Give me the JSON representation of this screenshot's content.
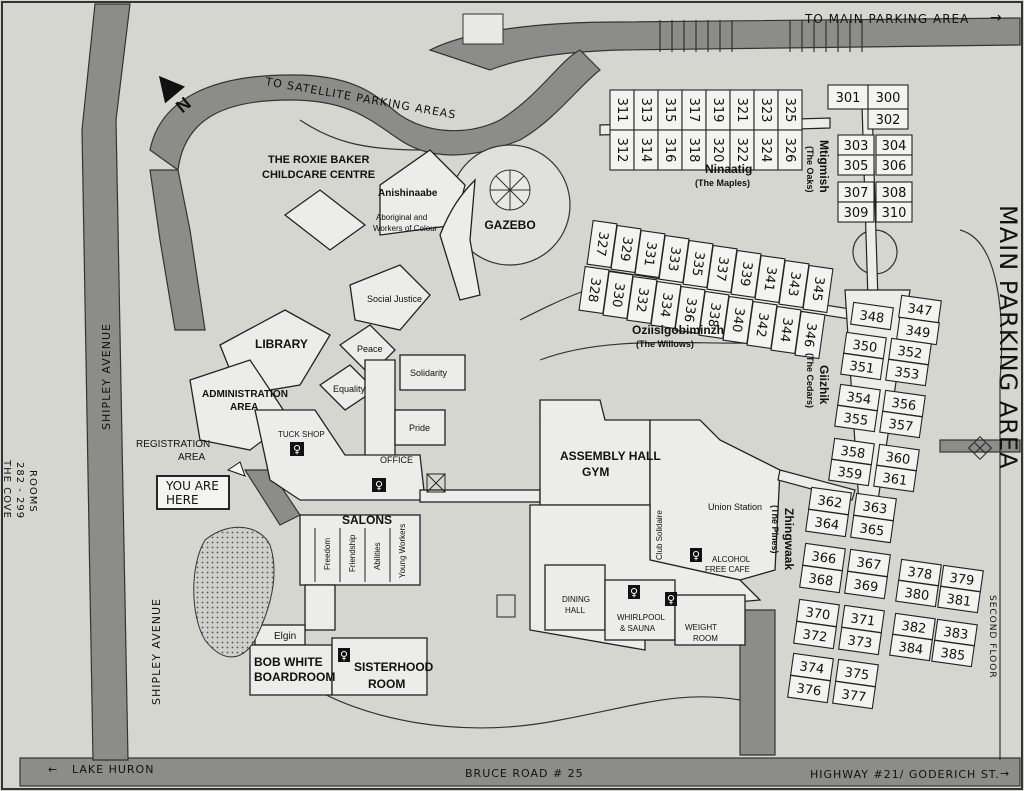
{
  "roads": {
    "to_main_parking": "TO MAIN PARKING AREA",
    "to_satellite": "TO SATELLITE PARKING AREAS",
    "shipley_upper": "SHIPLEY AVENUE",
    "shipley_lower": "SHIPLEY AVENUE",
    "bruce_road": "BRUCE ROAD # 25",
    "lake_huron": "LAKE HURON",
    "highway": "HIGHWAY #21/ GODERICH ST.",
    "main_parking": "MAIN PARKING AREA",
    "rooms_cove": [
      "ROOMS",
      "282 - 299",
      "THE COVE"
    ],
    "second_floor": "SECOND FLOOR"
  },
  "north_label": "N",
  "buildings": {
    "childcare": [
      "THE ROXIE BAKER",
      "CHILDCARE CENTRE"
    ],
    "anishinaabe": "Anishinaabe",
    "aboriginal": [
      "Aboriginal and",
      "Workers of Colour"
    ],
    "gazebo": "GAZEBO",
    "social_justice": "Social Justice",
    "library": "LIBRARY",
    "peace": "Peace",
    "equality": "Equality",
    "solidarity": "Solidarity",
    "pride": "Pride",
    "admin": [
      "ADMINISTRATION",
      "AREA"
    ],
    "tuck_shop": "TUCK SHOP",
    "registration": [
      "REGISTRATION",
      "AREA"
    ],
    "you_are_here": [
      "YOU ARE",
      "HERE"
    ],
    "office": "OFFICE",
    "salons": "SALONS",
    "salon_rooms": [
      "Freedom",
      "Friendship",
      "Abilities",
      "Young Workers"
    ],
    "elgin": "Elgin",
    "bob_white": [
      "BOB WHITE",
      "BOARDROOM"
    ],
    "sisterhood": [
      "SISTERHOOD",
      "ROOM"
    ],
    "assembly": [
      "ASSEMBLY HALL",
      "GYM"
    ],
    "union_station": "Union Station",
    "club_solidaire": "Club Solidaire",
    "alcohol_free": [
      "ALCOHOL",
      "FREE CAFE"
    ],
    "dining": [
      "DINING",
      "HALL"
    ],
    "whirlpool": [
      "WHIRLPOOL",
      "& SAUNA"
    ],
    "weight": [
      "WEIGHT",
      "ROOM"
    ]
  },
  "residences": {
    "ninaatig": [
      "Ninaatig",
      "(The Maples)"
    ],
    "mtigmish": [
      "Mtigmish",
      "(The Oaks)"
    ],
    "oziisigobiminzh": [
      "Oziisigobiminzh",
      "(The Willows)"
    ],
    "giizhik": [
      "Giizhik",
      "(The Cedars)"
    ],
    "zhingwaak": [
      "Zhingwaak",
      "(The Pines)"
    ]
  },
  "rooms": {
    "maples_top": [
      "311",
      "313",
      "315",
      "317",
      "319",
      "321",
      "323",
      "325"
    ],
    "maples_bottom": [
      "312",
      "314",
      "316",
      "318",
      "320",
      "322",
      "324",
      "326"
    ],
    "oaks": [
      "300",
      "301",
      "302",
      "303",
      "304",
      "305",
      "306",
      "307",
      "308",
      "309",
      "310"
    ],
    "willows_top": [
      "327",
      "329",
      "331",
      "333",
      "335",
      "337",
      "339",
      "341",
      "343",
      "345"
    ],
    "willows_bottom": [
      "328",
      "330",
      "332",
      "334",
      "336",
      "338",
      "340",
      "342",
      "344",
      "346"
    ],
    "cedars": [
      "347",
      "348",
      "349",
      "350",
      "351",
      "352",
      "353",
      "354",
      "355",
      "356",
      "357",
      "358",
      "359",
      "360",
      "361"
    ],
    "pines": [
      "362",
      "363",
      "364",
      "365",
      "366",
      "367",
      "368",
      "369",
      "370",
      "371",
      "372",
      "373",
      "374",
      "375",
      "376",
      "377"
    ],
    "second_floor": [
      "378",
      "379",
      "380",
      "381",
      "382",
      "383",
      "384",
      "385"
    ]
  }
}
